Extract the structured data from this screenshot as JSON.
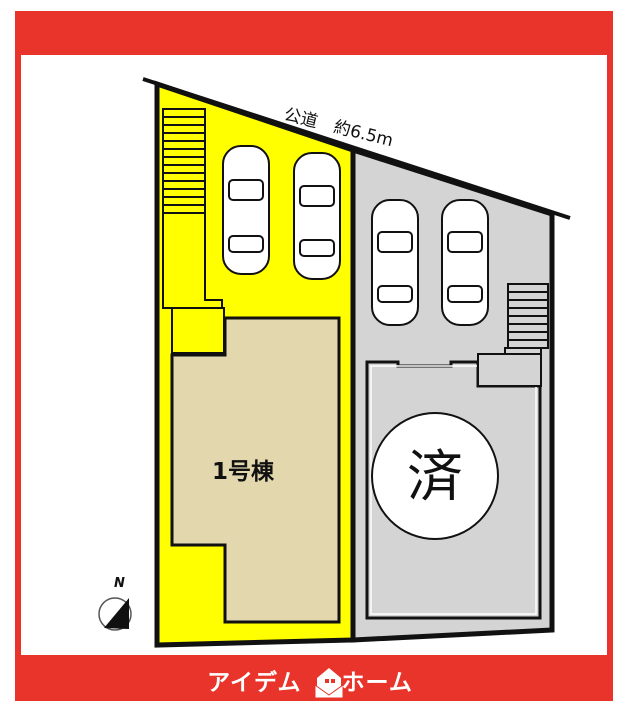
{
  "road": {
    "label": "公道　約6.5m"
  },
  "lots": [
    {
      "id": "lot-1",
      "label": "1号棟",
      "color": "#ffff00",
      "building_color": "#e2d7ad",
      "status": "available"
    },
    {
      "id": "lot-2",
      "label": "済",
      "color": "#d4d4d4",
      "building_color": "#d4d4d4",
      "status": "sold"
    }
  ],
  "parking": {
    "lot1_cars": 2,
    "lot2_cars": 2
  },
  "compass": {
    "label": "N"
  },
  "brand": {
    "name_left": "アイデム",
    "name_right": "ホーム",
    "frame_color": "#e8342a"
  }
}
